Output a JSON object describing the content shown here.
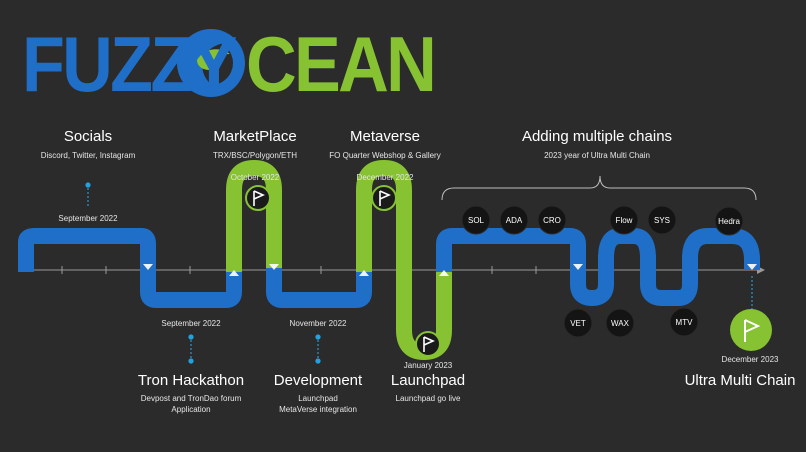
{
  "logo": {
    "left_text": "FUZZY",
    "right_text": "CEAN",
    "colors": {
      "blue": "#1f6fc8",
      "green": "#86c232"
    }
  },
  "colors": {
    "background": "#2b2b2b",
    "track_blue": "#1f6fc8",
    "track_green": "#86c232",
    "dot": "#1fa3e0",
    "badge": "#151515"
  },
  "milestones": {
    "socials": {
      "title": "Socials",
      "sub": "Discord, Twitter, Instagram",
      "date": "September 2022"
    },
    "hackathon": {
      "title": "Tron Hackathon",
      "sub1": "Devpost and TronDao forum",
      "sub2": "Application",
      "date": "September 2022"
    },
    "marketplace": {
      "title": "MarketPlace",
      "sub": "TRX/BSC/Polygon/ETH",
      "date": "October 2022",
      "icon": "flag-icon"
    },
    "development": {
      "title": "Development",
      "sub1": "Launchpad",
      "sub2": "MetaVerse integration",
      "date": "November 2022"
    },
    "metaverse": {
      "title": "Metaverse",
      "sub": "FO Quarter Webshop & Gallery",
      "date": "December 2022",
      "icon": "flag-icon"
    },
    "launchpad": {
      "title": "Launchpad",
      "sub": "Launchpad go live",
      "date": "January 2023",
      "icon": "flag-icon"
    },
    "chains": {
      "title": "Adding multiple chains",
      "sub": "2023 year of Ultra Multi Chain"
    },
    "ultra": {
      "title": "Ultra Multi Chain",
      "date": "December 2023",
      "icon": "flag-icon"
    }
  },
  "chains_top": [
    "SOL",
    "ADA",
    "CRO",
    "Flow",
    "SYS",
    "Hedra"
  ],
  "chains_bottom": [
    "VET",
    "WAX",
    "MTV"
  ]
}
